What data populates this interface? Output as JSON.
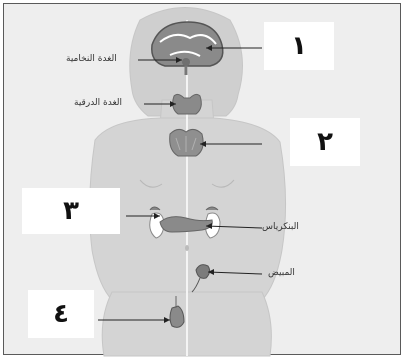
{
  "labels": {
    "box1": "١",
    "box2": "٢",
    "box3": "٣",
    "box4": "٤"
  },
  "organs": {
    "pituitary": "الغدة النخامية",
    "thyroid": "الغدة الدرقية",
    "pancreas": "البنكرياس",
    "ovary": "المبيض"
  },
  "colors": {
    "background": "#eeeeee",
    "body": "#d6d6d6",
    "organ": "#8a8a8a",
    "line": "#222222"
  }
}
